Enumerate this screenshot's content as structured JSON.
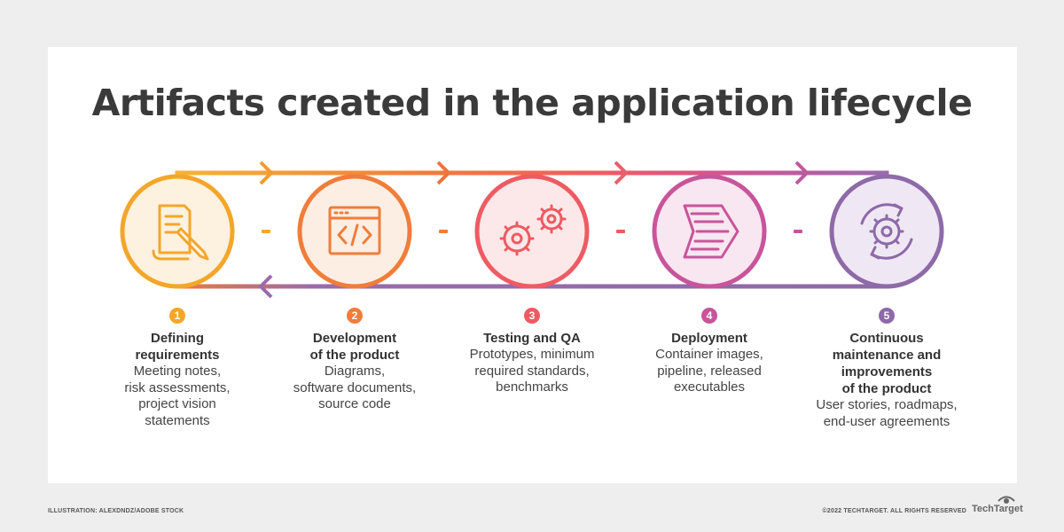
{
  "title": "Artifacts created in the application lifecycle",
  "steps": [
    {
      "number": "1",
      "heading": "Defining requirements",
      "heading_lines": [
        "Defining",
        "requirements"
      ],
      "desc_lines": [
        "Meeting notes,",
        "risk assessments,",
        "project vision",
        "statements"
      ],
      "color": "#f4a62a",
      "icon": "document-pencil-icon"
    },
    {
      "number": "2",
      "heading": "Development of the product",
      "heading_lines": [
        "Development",
        "of the product"
      ],
      "desc_lines": [
        "Diagrams,",
        "software documents,",
        "source code"
      ],
      "color": "#f07d3a",
      "icon": "code-window-icon"
    },
    {
      "number": "3",
      "heading": "Testing and QA",
      "heading_lines": [
        "Testing and QA"
      ],
      "desc_lines": [
        "Prototypes, minimum",
        "required standards,",
        "benchmarks"
      ],
      "color": "#ee5b63",
      "icon": "gears-icon"
    },
    {
      "number": "4",
      "heading": "Deployment",
      "heading_lines": [
        "Deployment"
      ],
      "desc_lines": [
        "Container images,",
        "pipeline, released",
        "executables"
      ],
      "color": "#c8559a",
      "icon": "deploy-arrow-icon"
    },
    {
      "number": "5",
      "heading": "Continuous maintenance and improvements of the product",
      "heading_lines": [
        "Continuous",
        "maintenance and",
        "improvements",
        "of the product"
      ],
      "desc_lines": [
        "User stories, roadmaps,",
        "end-user agreements"
      ],
      "color": "#8e6aa8",
      "icon": "gear-cycle-icon"
    }
  ],
  "footer": {
    "illustration": "ILLUSTRATION: ALEXDNDZ/ADOBE STOCK",
    "copyright": "©2022 TECHTARGET. ALL RIGHTS RESERVED",
    "brand": "TechTarget"
  }
}
